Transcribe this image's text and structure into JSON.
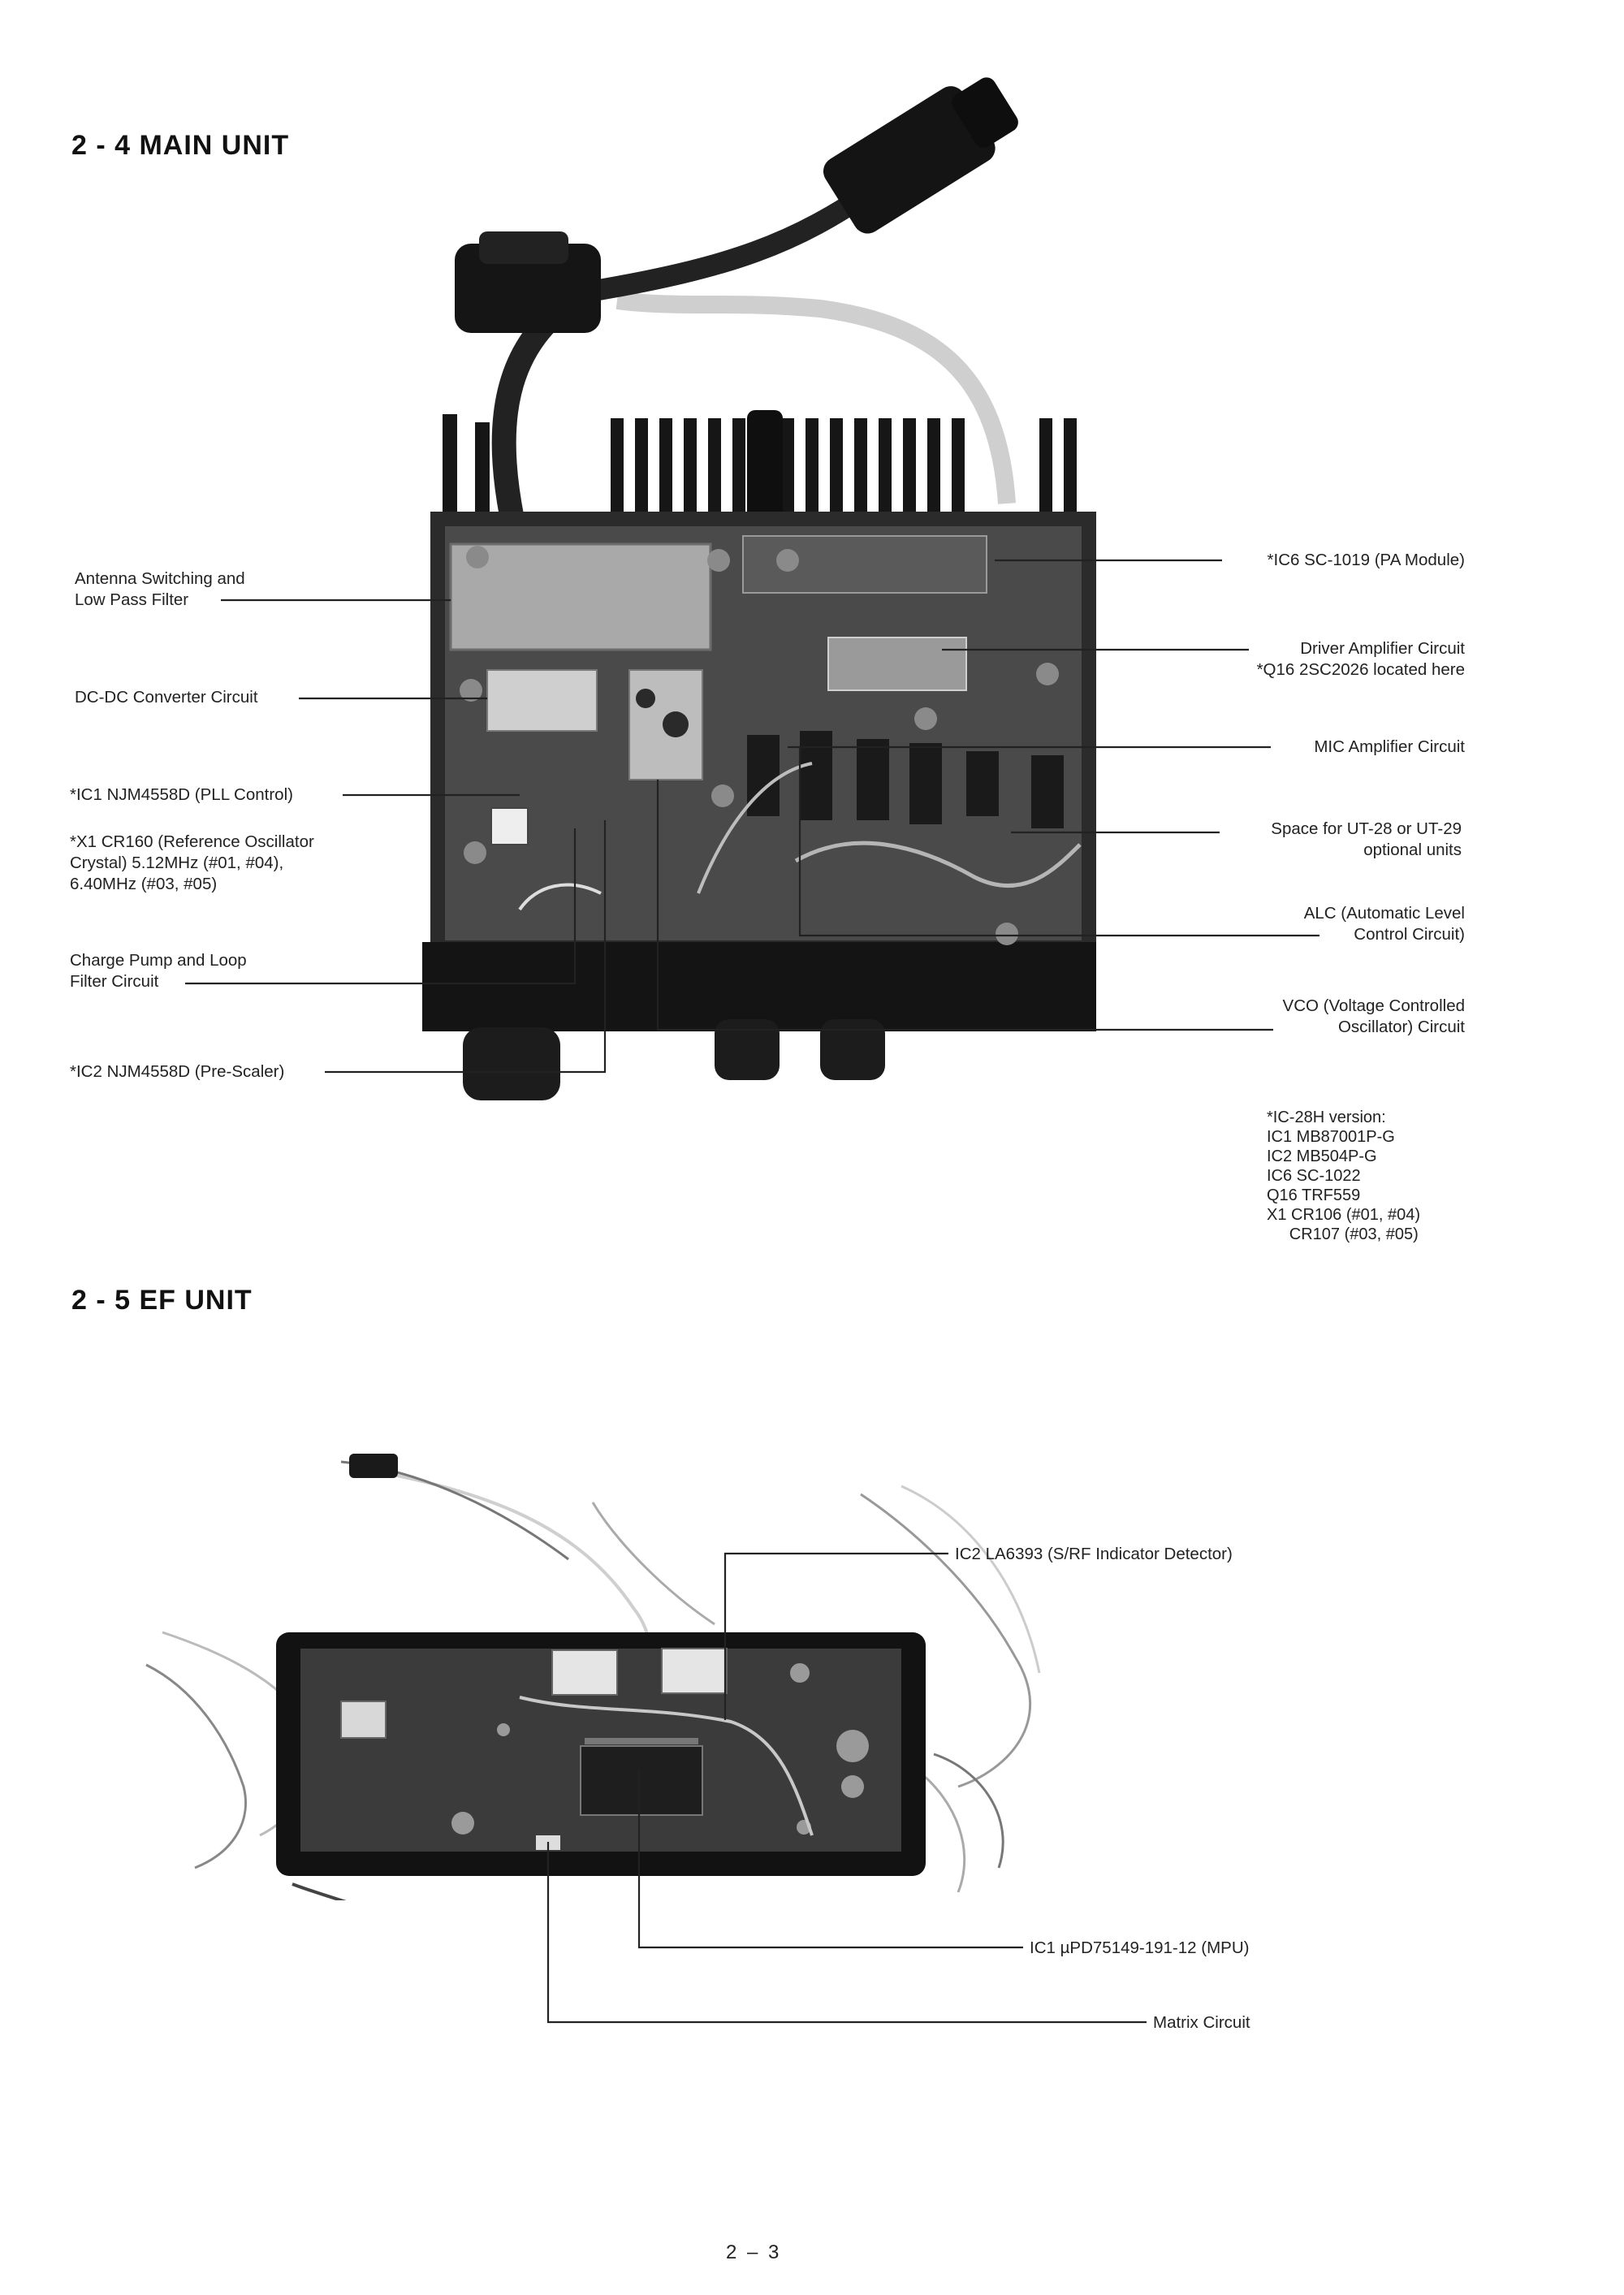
{
  "sections": {
    "main": {
      "heading": "2 - 4  MAIN UNIT",
      "labels": {
        "antenna_switching": "Antenna Switching and\nLow Pass Filter",
        "dcdc_converter": "DC-DC Converter Circuit",
        "ic1_pll": "*IC1 NJM4558D (PLL Control)",
        "x1_crystal": "*X1 CR160 (Reference Oscillator\nCrystal) 5.12MHz (#01, #04),\n6.40MHz (#03, #05)",
        "charge_pump": "Charge Pump and Loop\nFilter Circuit",
        "ic2_prescaler": "*IC2 NJM4558D (Pre-Scaler)",
        "ic6_pa_module": "*IC6 SC-1019 (PA Module)",
        "driver_amplifier": "Driver Amplifier Circuit\n*Q16 2SC2026 located here",
        "mic_amplifier": "MIC Amplifier Circuit",
        "space_ut": "Space for UT-28 or UT-29\noptional units",
        "alc": "ALC (Automatic Level\nControl Circuit)",
        "vco": "VCO (Voltage Controlled\nOscillator) Circuit"
      },
      "version_notes": [
        "*IC-28H version:",
        "IC1 MB87001P-G",
        "IC2 MB504P-G",
        "IC6 SC-1022",
        "Q16 TRF559",
        "X1 CR106 (#01, #04)",
        "     CR107 (#03, #05)"
      ]
    },
    "ef": {
      "heading": "2 - 5  EF UNIT",
      "labels": {
        "ic2_indicator": "IC2 LA6393 (S/RF Indicator Detector)",
        "ic1_mpu": "IC1 µPD75149-191-12 (MPU)",
        "matrix": "Matrix Circuit"
      }
    }
  },
  "page_number": "2 – 3"
}
